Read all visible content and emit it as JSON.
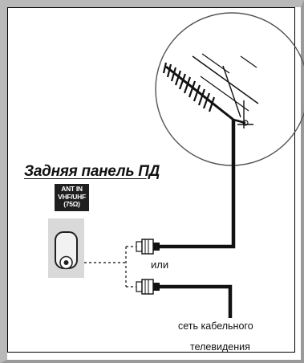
{
  "panel": {
    "title": "Задняя панель ПД",
    "antenna_badge": [
      "ANT IN",
      "VHF/UHF",
      "(75Ω)"
    ]
  },
  "labels": {
    "or": "или",
    "cable_network_line1": "сеть кабельного",
    "cable_network_line2": "телевидения"
  },
  "icons": [
    "antenna-icon",
    "coax-jack-icon",
    "coax-plug-icon"
  ]
}
